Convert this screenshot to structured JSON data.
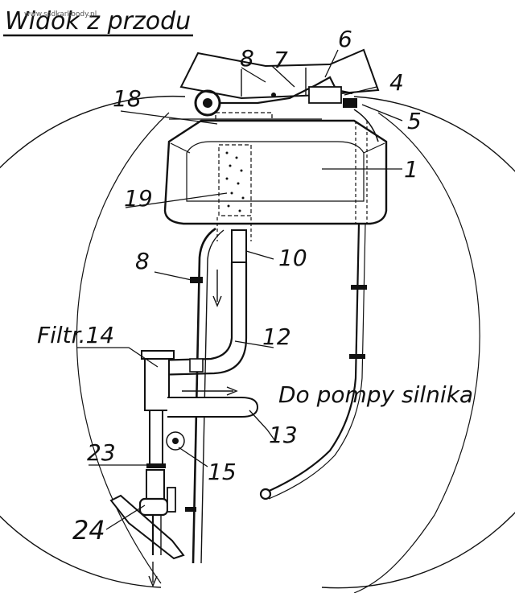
{
  "title": "Widok z przodu",
  "watermark": "www.ssdkarkoody.pl",
  "labels": {
    "l1": "1",
    "l4": "4",
    "l5": "5",
    "l6": "6",
    "l7": "7",
    "l8_top": "8",
    "l8_left": "8",
    "l10": "10",
    "l12": "12",
    "l13": "13",
    "l15": "15",
    "l18": "18",
    "l19": "19",
    "l23": "23",
    "l24": "24",
    "filter": "Filtr.14",
    "pump": "Do pompy silnika"
  },
  "colors": {
    "ink": "#111111",
    "paper": "#ffffff"
  }
}
